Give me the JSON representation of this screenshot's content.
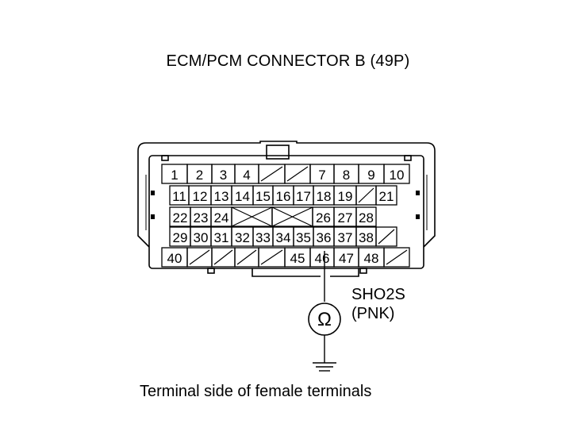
{
  "title": "ECM/PCM CONNECTOR B (49P)",
  "caption": "Terminal side of female terminals",
  "probe": {
    "name": "SHO2S",
    "wire_color": "(PNK)",
    "meter_symbol": "Ω",
    "terminal": "46"
  },
  "connector": {
    "rows": [
      [
        {
          "label": "1"
        },
        {
          "label": "2"
        },
        {
          "label": "3"
        },
        {
          "label": "4"
        },
        {
          "empty": true
        },
        {
          "empty": true
        },
        {
          "label": "7"
        },
        {
          "label": "8"
        },
        {
          "label": "9"
        },
        {
          "label": "10"
        }
      ],
      [
        {
          "label": "11"
        },
        {
          "label": "12"
        },
        {
          "label": "13"
        },
        {
          "label": "14"
        },
        {
          "label": "15"
        },
        {
          "label": "16"
        },
        {
          "label": "17"
        },
        {
          "label": "18"
        },
        {
          "label": "19"
        },
        {
          "empty": true
        },
        {
          "label": "21"
        }
      ],
      [
        {
          "label": "22"
        },
        {
          "label": "23"
        },
        {
          "label": "24"
        },
        {
          "cross": true
        },
        {
          "cross": true
        },
        {
          "label": "26"
        },
        {
          "label": "27"
        },
        {
          "label": "28"
        }
      ],
      [
        {
          "label": "29"
        },
        {
          "label": "30"
        },
        {
          "label": "31"
        },
        {
          "label": "32"
        },
        {
          "label": "33"
        },
        {
          "label": "34"
        },
        {
          "label": "35"
        },
        {
          "label": "36"
        },
        {
          "label": "37"
        },
        {
          "label": "38"
        },
        {
          "empty": true
        }
      ],
      [
        {
          "label": "40"
        },
        {
          "empty": true
        },
        {
          "empty": true
        },
        {
          "empty": true
        },
        {
          "empty": true
        },
        {
          "label": "45"
        },
        {
          "label": "46"
        },
        {
          "label": "47"
        },
        {
          "label": "48"
        },
        {
          "empty": true
        }
      ]
    ]
  }
}
